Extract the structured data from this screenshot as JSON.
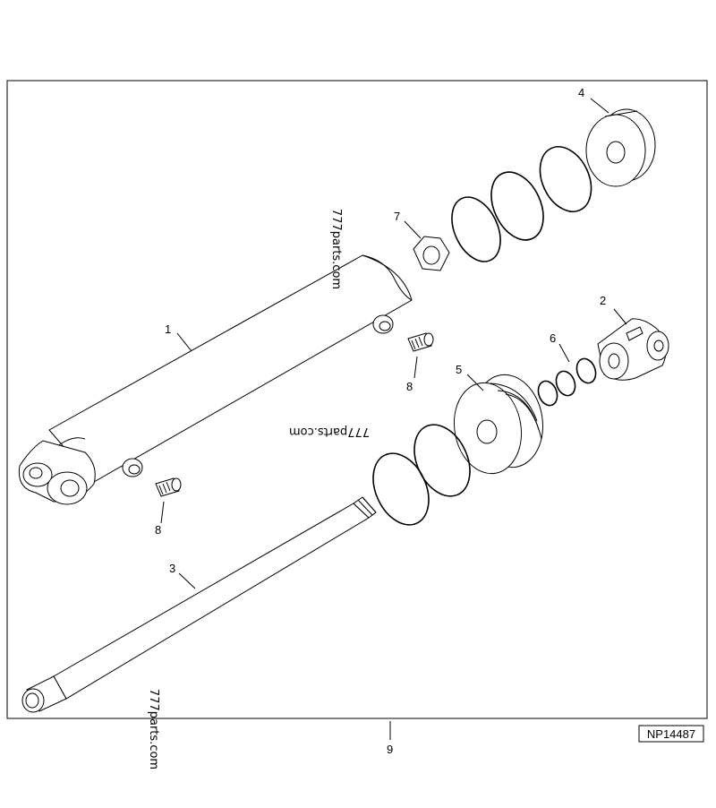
{
  "diagram": {
    "figure_id": "NP14487",
    "callouts": {
      "c1": "1",
      "c2": "2",
      "c3": "3",
      "c4": "4",
      "c5": "5",
      "c6": "6",
      "c7": "7",
      "c8a": "8",
      "c8b": "8",
      "c9": "9"
    },
    "watermarks": {
      "w1": "777parts.com",
      "w2": "777parts.com",
      "w3": "777parts.com"
    }
  }
}
